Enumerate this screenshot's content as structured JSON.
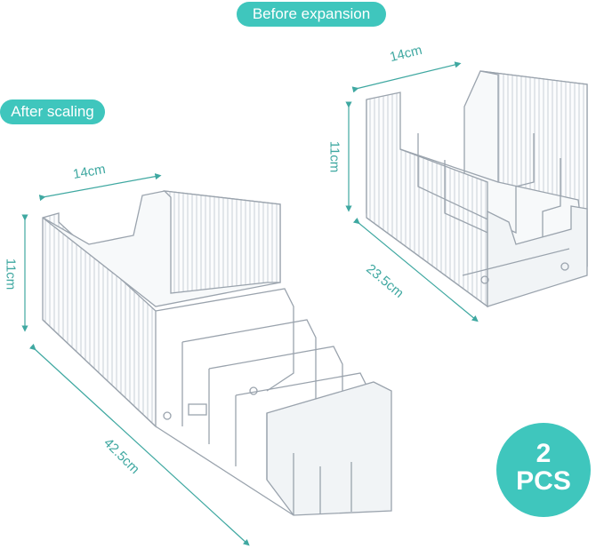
{
  "labels": {
    "before": "Before expansion",
    "after": "After scaling"
  },
  "dimensions_small": {
    "width": "14cm",
    "height": "11cm",
    "length": "23.5cm"
  },
  "dimensions_large": {
    "width": "14cm",
    "height": "11cm",
    "length": "42.5cm"
  },
  "badge": {
    "count": "2",
    "unit": "PCS"
  },
  "colors": {
    "accent": "#3fc6bd",
    "dimension_line": "#3fa8a1",
    "product_outline": "#9aa3ad"
  }
}
